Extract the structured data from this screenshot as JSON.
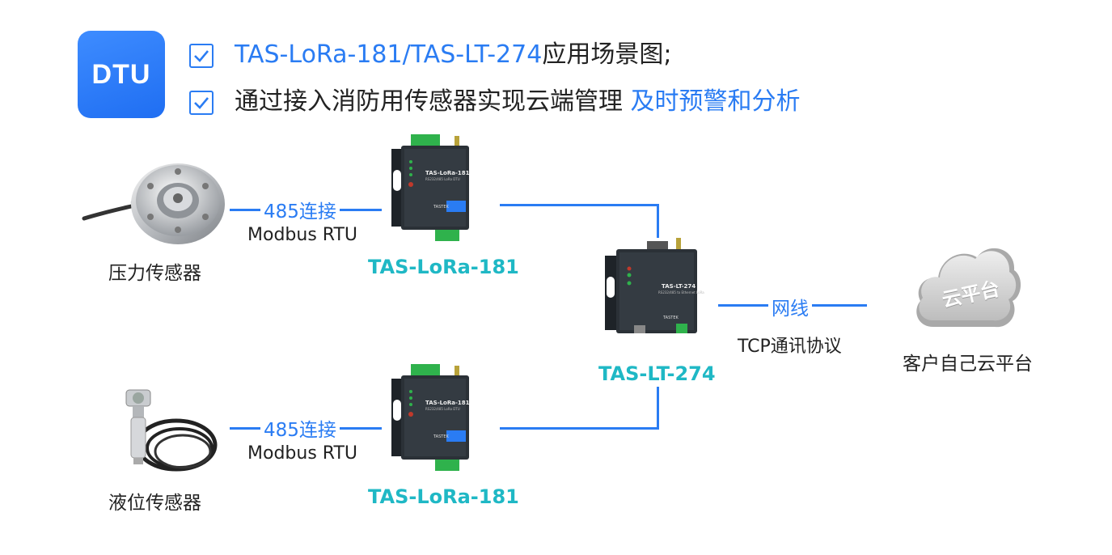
{
  "header": {
    "badge": "DTU",
    "line1_prefix": "TAS-LoRa-181/TAS-LT-274",
    "line1_suffix": "应用场景图;",
    "line2_text": "通过接入消防用传感器实现云端管理",
    "line2_highlight": "及时预警和分析"
  },
  "sensors": {
    "pressure_label": "压力传感器",
    "level_label": "液位传感器"
  },
  "links": {
    "rs485_label": "485连接",
    "rs485_protocol": "Modbus RTU",
    "ethernet_label": "网线",
    "ethernet_protocol": "TCP通讯协议"
  },
  "devices": {
    "lora_top": {
      "model": "TAS-LoRa-181",
      "face_title": "TAS-LoRa-181",
      "face_sub": "RS232/485 LoRa DTU"
    },
    "lora_bottom": {
      "model": "TAS-LoRa-181",
      "face_title": "TAS-LoRa-181",
      "face_sub": "RS232/485 LoRa DTU"
    },
    "gateway": {
      "model": "TAS-LT-274",
      "face_title": "TAS-LT-274",
      "face_sub": "RS232/485 to Ethernet LoRa"
    },
    "brand": "TASTEK"
  },
  "cloud": {
    "icon_text": "云平台",
    "label": "客户自己云平台"
  },
  "colors": {
    "accent_blue": "#2a7cf3",
    "teal": "#1fb8c5",
    "terminal_green": "#2fb24c"
  }
}
